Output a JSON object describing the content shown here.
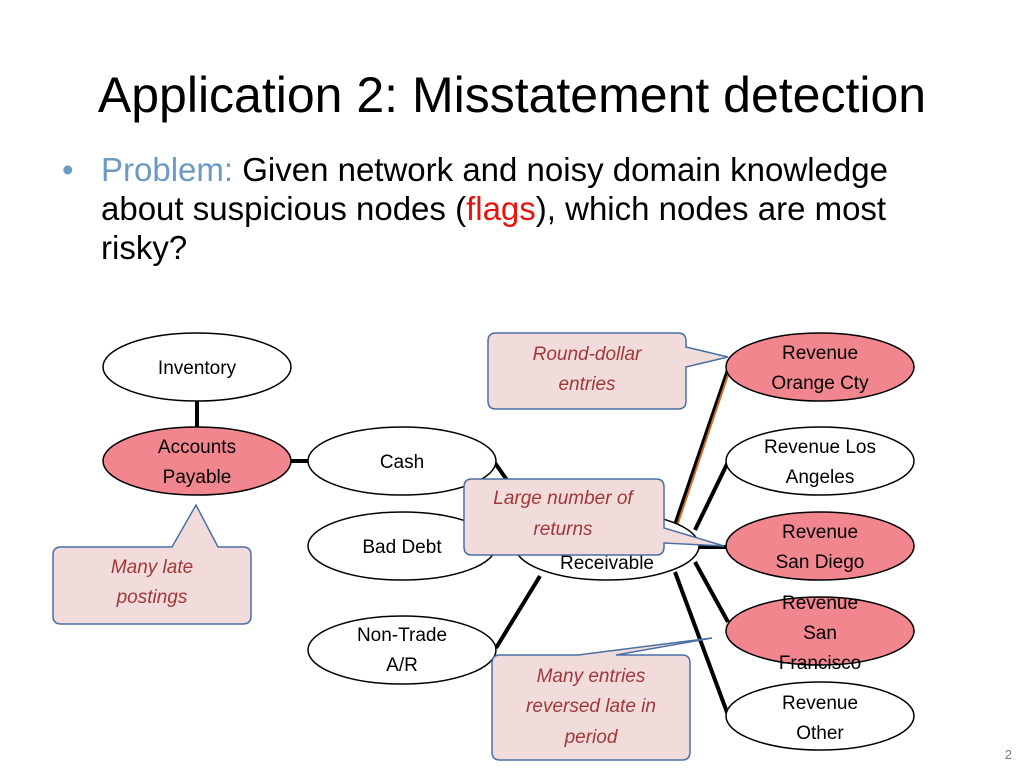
{
  "title": "Application 2: Misstatement detection",
  "bullet": {
    "label": "Problem:",
    "text_a": " Given network and noisy domain knowledge about suspicious nodes (",
    "flags": "flags",
    "text_b": "), which nodes are most risky?"
  },
  "nodes": {
    "inventory": [
      "Inventory"
    ],
    "accounts_payable": [
      "Accounts",
      "Payable"
    ],
    "cash": [
      "Cash"
    ],
    "bad_debt": [
      "Bad Debt"
    ],
    "non_trade_ar": [
      "Non-Trade",
      "A/R"
    ],
    "receivable": [
      "Receivable"
    ],
    "revenue_orange": [
      "Revenue",
      "Orange Cty"
    ],
    "revenue_la": [
      "Revenue Los",
      "Angeles"
    ],
    "revenue_sd": [
      "Revenue",
      "San Diego"
    ],
    "revenue_sf": [
      "Revenue",
      "San",
      "Francisco"
    ],
    "revenue_other": [
      "Revenue",
      "Other"
    ]
  },
  "callouts": {
    "round_dollar": [
      "Round-dollar",
      "entries"
    ],
    "large_returns": [
      "Large number of",
      "returns"
    ],
    "many_late": [
      "Many late",
      "postings"
    ],
    "reversed_late": [
      "Many entries",
      "reversed late in",
      "period"
    ]
  },
  "colors": {
    "flagged_fill": "#f2868f",
    "normal_fill": "#ffffff",
    "callout_fill": "#f2dcdb",
    "callout_stroke": "#4a6fa5",
    "callout_text": "#a0383a",
    "accent_blue": "#6b9ac4",
    "accent_red": "#e8140c"
  },
  "slide_number": "2"
}
